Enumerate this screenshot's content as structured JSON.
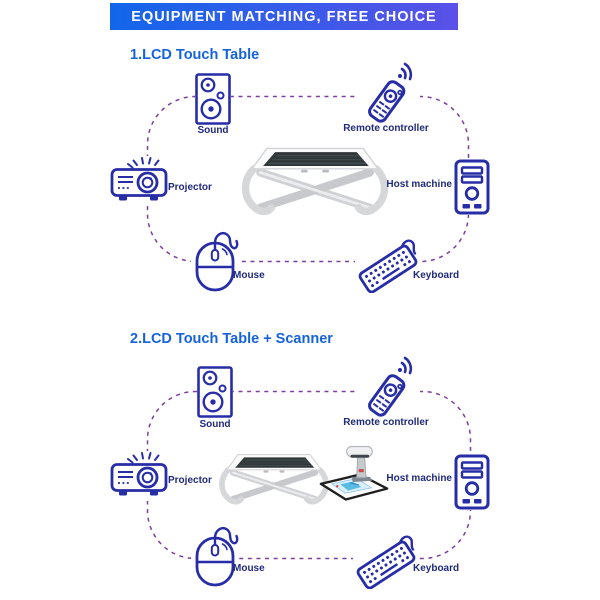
{
  "banner": {
    "title": "EQUIPMENT MATCHING, FREE CHOICE"
  },
  "colors": {
    "banner_gradient_start": "#1266EA",
    "banner_gradient_end": "#5A51E8",
    "section_title": "#1563DC",
    "icon_stroke": "#272DA6",
    "label": "#202A7C",
    "dash": "#7C3F9E"
  },
  "sections": [
    {
      "title": "1.LCD Touch Table",
      "center_image": "lcd-touch-table",
      "devices": [
        {
          "label": "Sound",
          "icon": "speaker-icon"
        },
        {
          "label": "Remote controller",
          "icon": "remote-controller-icon"
        },
        {
          "label": "Projector",
          "icon": "projector-icon"
        },
        {
          "label": "Host machine",
          "icon": "host-machine-icon"
        },
        {
          "label": "Mouse",
          "icon": "mouse-icon"
        },
        {
          "label": "Keyboard",
          "icon": "keyboard-icon"
        }
      ]
    },
    {
      "title": "2.LCD Touch Table + Scanner",
      "center_image": "lcd-touch-table-with-scanner",
      "devices": [
        {
          "label": "Sound",
          "icon": "speaker-icon"
        },
        {
          "label": "Remote controller",
          "icon": "remote-controller-icon"
        },
        {
          "label": "Projector",
          "icon": "projector-icon"
        },
        {
          "label": "Host machine",
          "icon": "host-machine-icon"
        },
        {
          "label": "Mouse",
          "icon": "mouse-icon"
        },
        {
          "label": "Keyboard",
          "icon": "keyboard-icon"
        }
      ]
    }
  ]
}
